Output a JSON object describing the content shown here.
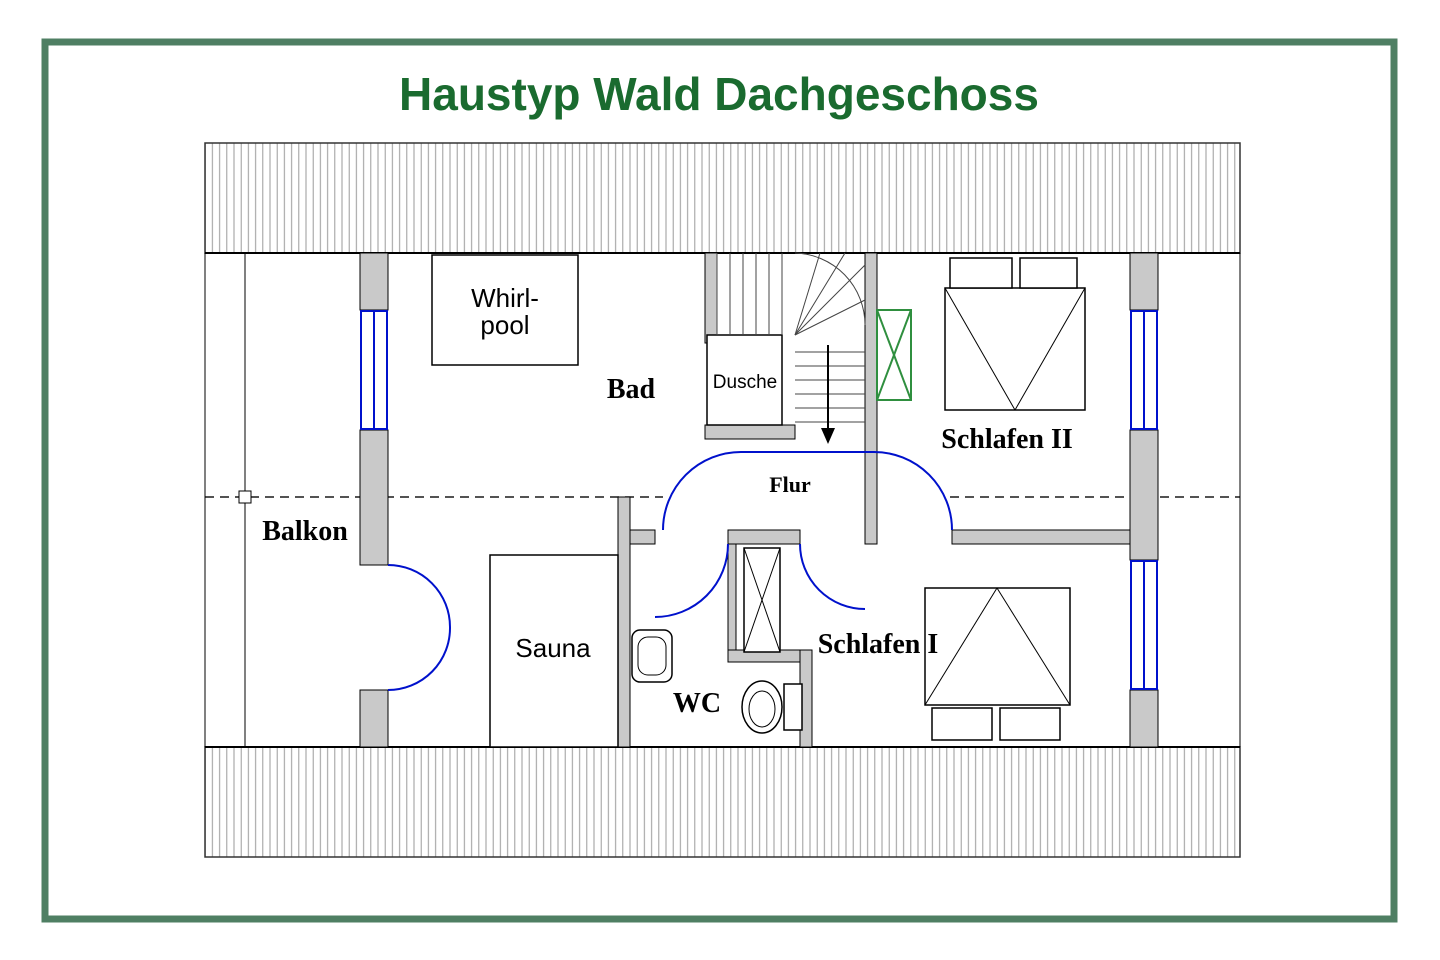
{
  "title": "Haustyp Wald Dachgeschoss",
  "colors": {
    "frame_green": "#4f7f63",
    "title_green": "#1a6b2f",
    "wall_gray": "#c9c9c9",
    "window_blue": "#0011cc",
    "shaft_green": "#2f8f3f"
  },
  "rooms": {
    "bad": "Bad",
    "dusche": "Dusche",
    "flur": "Flur",
    "balkon": "Balkon",
    "sauna": "Sauna",
    "wc": "WC",
    "schlafen1": "Schlafen I",
    "schlafen2": "Schlafen II",
    "whirlpool": {
      "line1": "Whirl-",
      "line2": "pool"
    }
  }
}
